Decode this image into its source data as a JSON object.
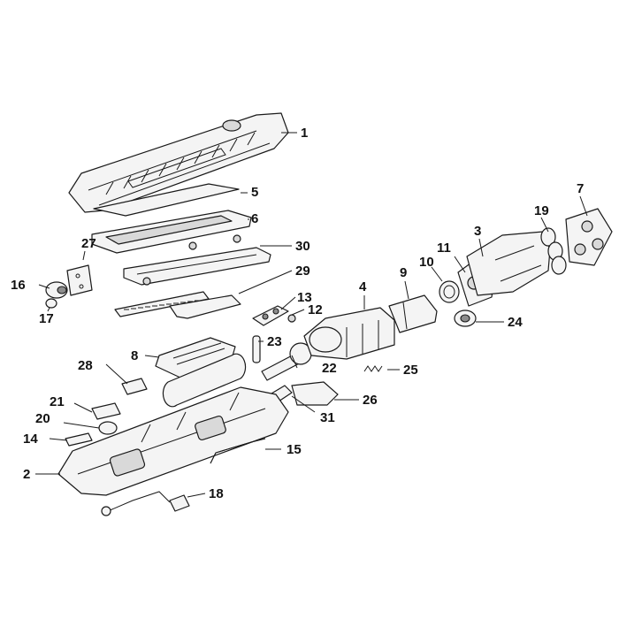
{
  "callouts": [
    {
      "label": "1"
    },
    {
      "label": "2"
    },
    {
      "label": "3"
    },
    {
      "label": "4"
    },
    {
      "label": "5"
    },
    {
      "label": "6"
    },
    {
      "label": "7"
    },
    {
      "label": "8"
    },
    {
      "label": "9"
    },
    {
      "label": "10"
    },
    {
      "label": "11"
    },
    {
      "label": "12"
    },
    {
      "label": "13"
    },
    {
      "label": "14"
    },
    {
      "label": "15"
    },
    {
      "label": "16"
    },
    {
      "label": "17"
    },
    {
      "label": "18"
    },
    {
      "label": "19"
    },
    {
      "label": "20"
    },
    {
      "label": "21"
    },
    {
      "label": "22"
    },
    {
      "label": "23"
    },
    {
      "label": "24"
    },
    {
      "label": "25"
    },
    {
      "label": "26"
    },
    {
      "label": "27"
    },
    {
      "label": "28"
    },
    {
      "label": "29"
    },
    {
      "label": "30"
    },
    {
      "label": "31"
    }
  ]
}
